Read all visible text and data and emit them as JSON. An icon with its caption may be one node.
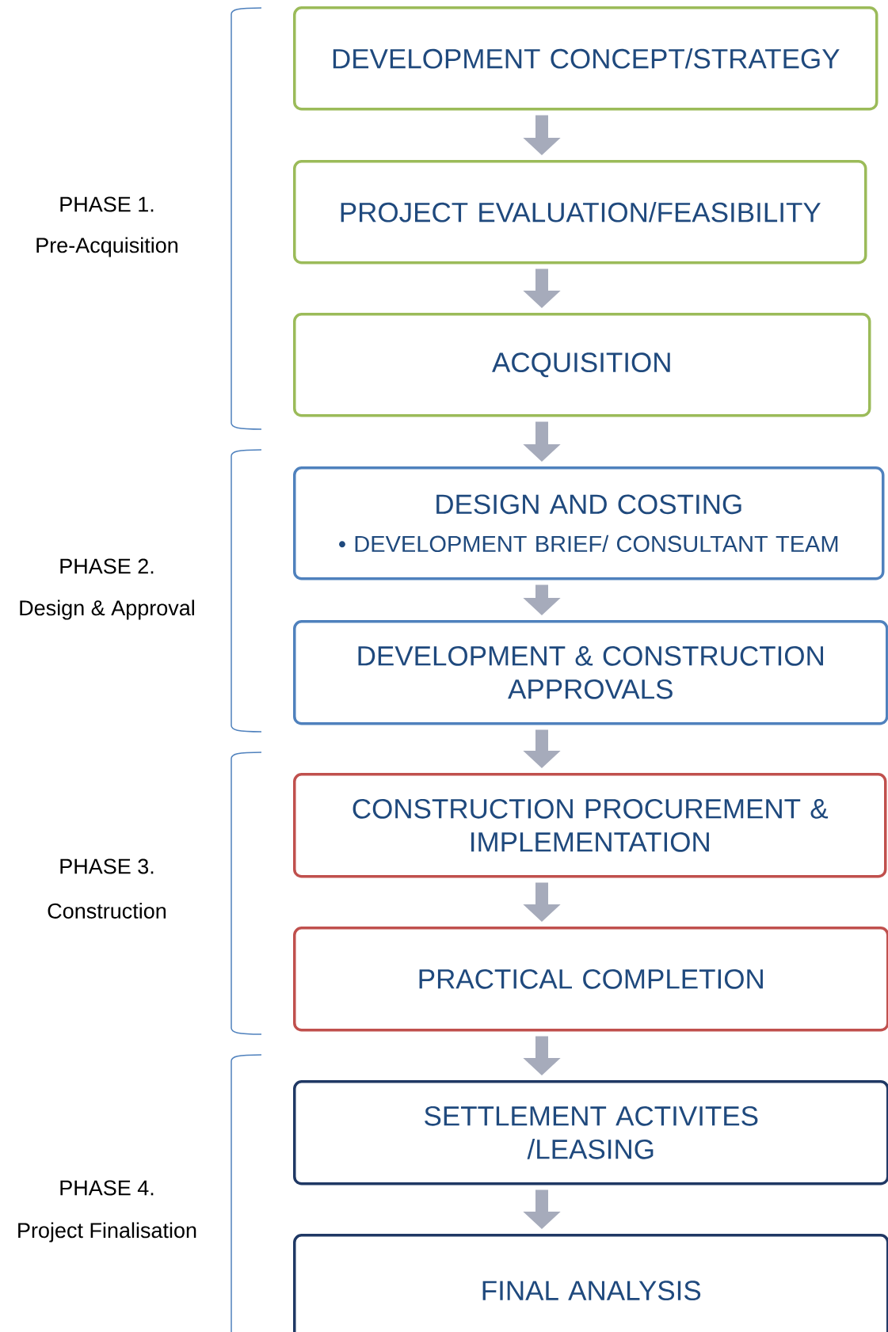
{
  "diagram": {
    "nodes": [
      {
        "text": [
          "DEVELOPMENT CONCEPT/STRATEGY"
        ]
      },
      {
        "text": [
          "PROJECT EVALUATION/FEASIBILITY"
        ]
      },
      {
        "text": [
          "ACQUISITION"
        ]
      },
      {
        "text": [
          "DESIGN AND COSTING",
          "• DEVELOPMENT BRIEF/ CONSULTANT TEAM"
        ]
      },
      {
        "text": [
          "DEVELOPMENT & CONSTRUCTION APPROVALS"
        ]
      },
      {
        "text": [
          "CONSTRUCTION PROCUREMENT & IMPLEMENTATION"
        ]
      },
      {
        "text": [
          "PRACTICAL COMPLETION"
        ]
      },
      {
        "text": [
          "SETTLEMENT ACTIVITES /LEASING"
        ]
      },
      {
        "text": [
          "FINAL ANALYSIS"
        ]
      }
    ],
    "edges": [
      {
        "from": 0,
        "to": 1,
        "arrow": "to"
      },
      {
        "from": 1,
        "to": 2,
        "arrow": "to"
      },
      {
        "from": 2,
        "to": 3,
        "arrow": "to"
      },
      {
        "from": 3,
        "to": 4,
        "arrow": "to"
      },
      {
        "from": 4,
        "to": 5,
        "arrow": "to"
      },
      {
        "from": 5,
        "to": 6,
        "arrow": "to"
      },
      {
        "from": 6,
        "to": 7,
        "arrow": "to"
      },
      {
        "from": 7,
        "to": 8,
        "arrow": "to"
      }
    ],
    "labels": [
      "PHASE 1.",
      "Pre-Acquisition",
      "PHASE 2.",
      "Design & Approval",
      "PHASE 3.",
      "Construction",
      "PHASE 4.",
      "Project Finalisation"
    ]
  }
}
